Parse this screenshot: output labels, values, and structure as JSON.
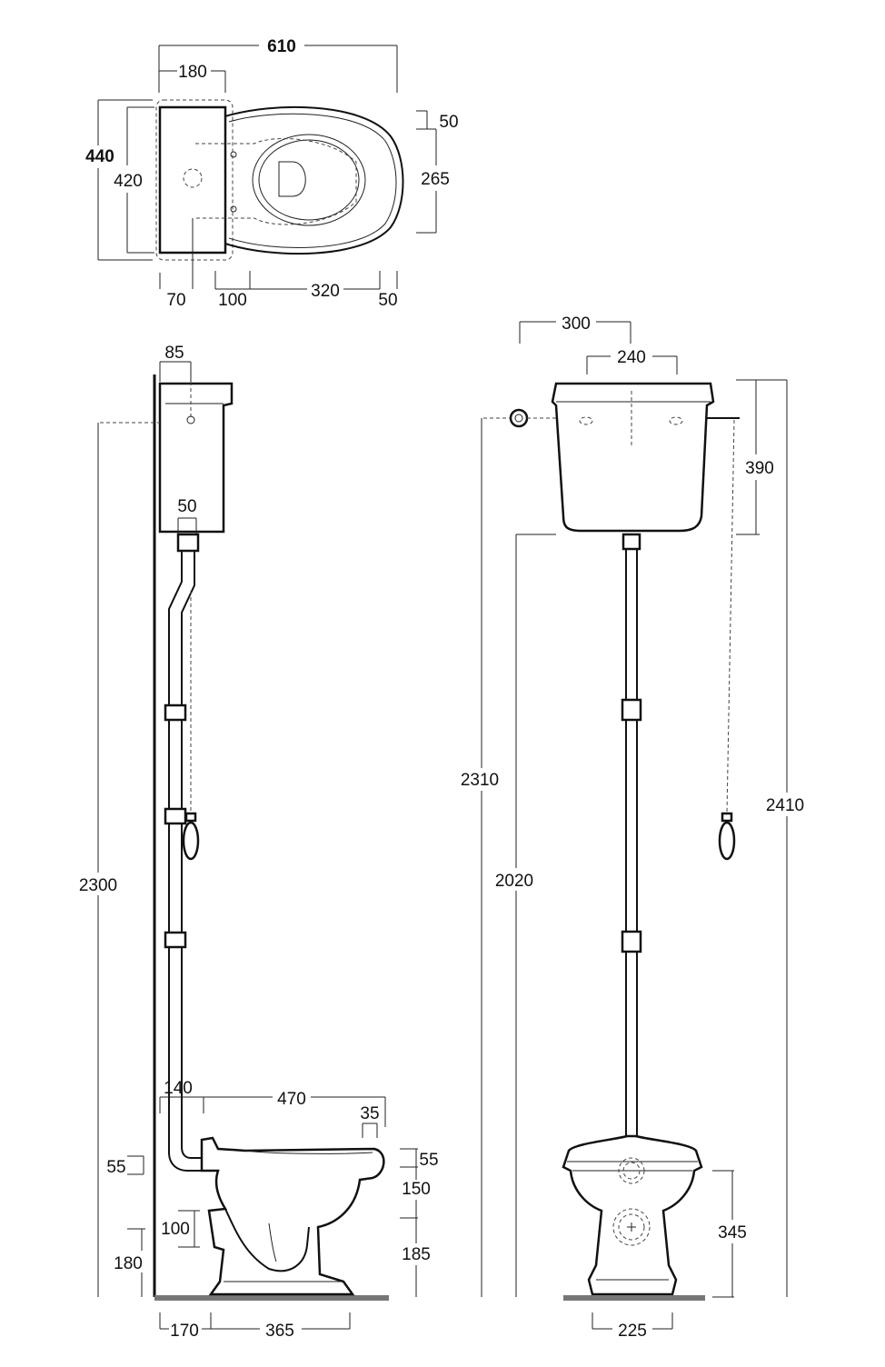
{
  "top_view": {
    "dim_total_width": "610",
    "dim_cistern_width": "180",
    "dim_overall_depth": "440",
    "dim_cistern_depth": "420",
    "dim_seat_offset": "50",
    "dim_seat_depth": "265",
    "dim_outlet_offset": "70",
    "dim_bolt_offset": "100",
    "dim_bowl_length": "320",
    "dim_front_offset": "50"
  },
  "side_view": {
    "dim_cistern_projection": "85",
    "dim_flush_pipe": "50",
    "dim_total_height": "2300",
    "dim_inlet_to_wall": "140",
    "dim_pan_length": "470",
    "dim_rim_thickness": "35",
    "dim_rim_left": "55",
    "dim_rim_right": "55",
    "dim_bowl_height": "150",
    "dim_outlet_dia": "100",
    "dim_outlet_height_right": "185",
    "dim_outlet_height_left": "180",
    "dim_outlet_projection": "170",
    "dim_base_length": "365"
  },
  "front_view": {
    "dim_cistern_width": "300",
    "dim_cistern_inner": "240",
    "dim_cistern_height": "390",
    "dim_inlet_height": "2310",
    "dim_cistern_bottom": "2020",
    "dim_overall_height": "2410",
    "dim_pan_height": "345",
    "dim_base_width": "225"
  }
}
